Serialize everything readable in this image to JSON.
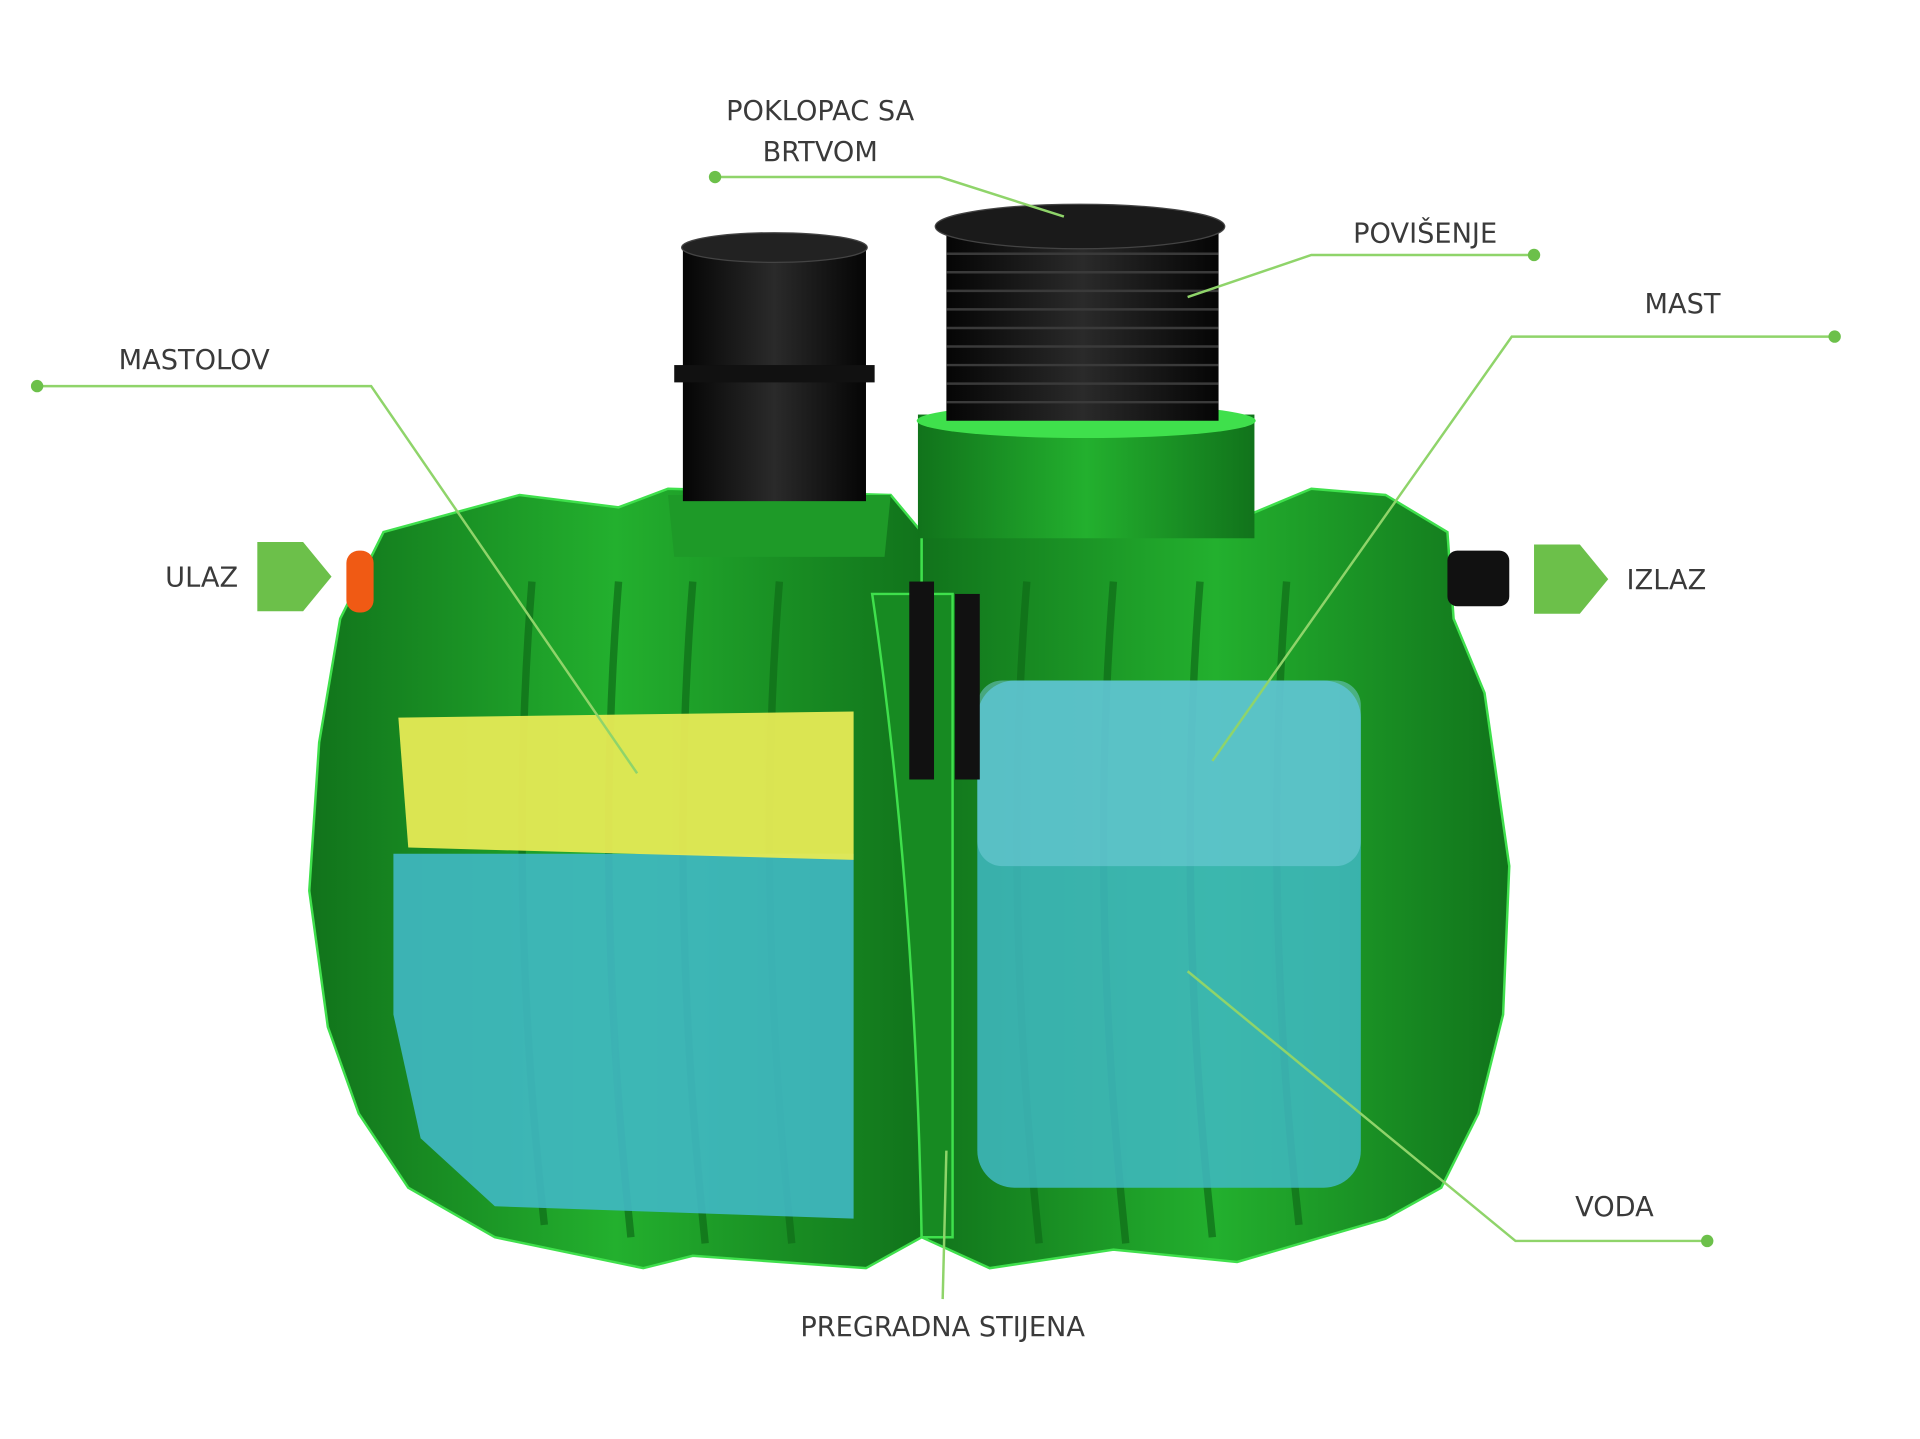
{
  "labels": {
    "cover": [
      "POKLOPAC SA",
      "BRTVOM"
    ],
    "extension": "POVIŠENJE",
    "grease": "MAST",
    "separator": "MASTOLOV",
    "inlet": "ULAZ",
    "outlet": "IZLAZ",
    "water": "VODA",
    "partition": "PREGRADNA STIJENA"
  },
  "colors": {
    "tank_green": "#1e9a28",
    "tank_dark": "#11731b",
    "tank_light": "#3fe04c",
    "water": "#40b8c4",
    "grease": "#e6ea55",
    "arrow": "#6cc04a",
    "leader": "#8fd46a"
  }
}
